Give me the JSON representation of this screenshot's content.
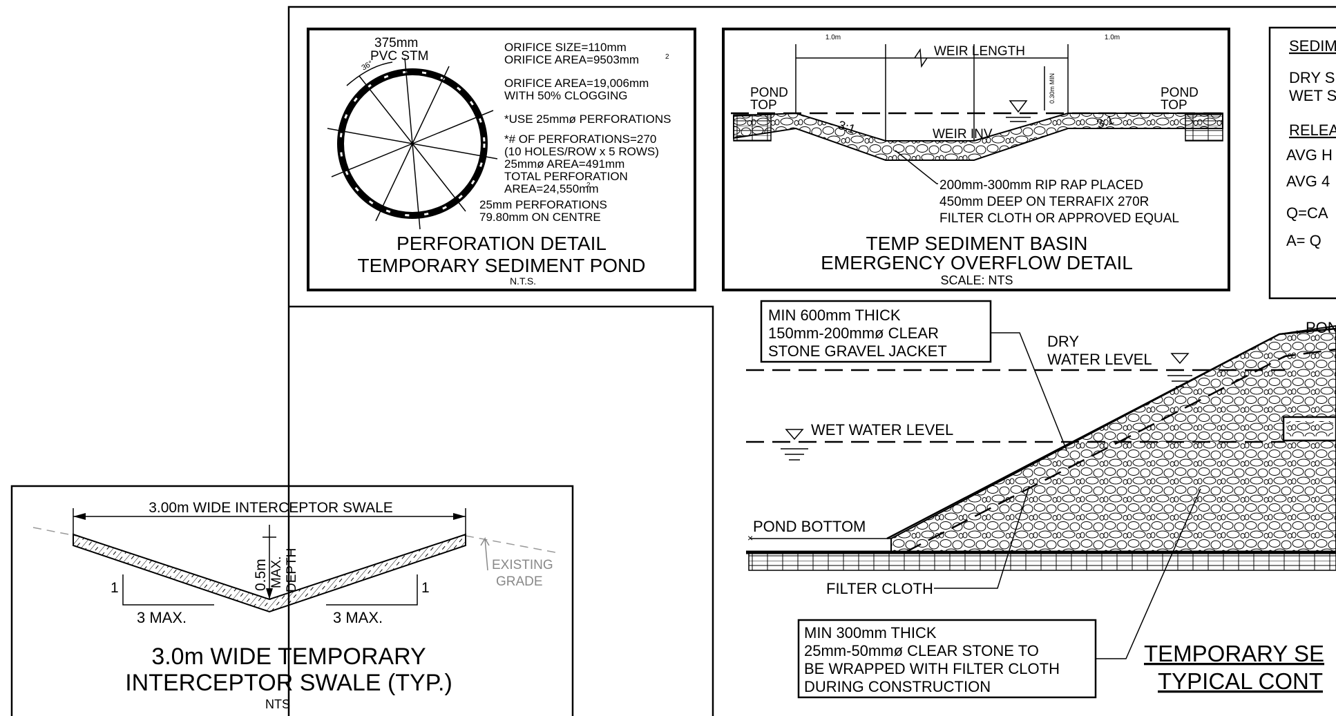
{
  "perforation_detail": {
    "pipe_size": "375mm",
    "pipe_type": "PVC STM",
    "angle_label": "36°",
    "specs": [
      "ORIFICE SIZE=110mm",
      "ORIFICE AREA=9503mm",
      "ORIFICE AREA=19,006mm",
      "WITH 50% CLOGGING",
      "*USE 25mmø PERFORATIONS",
      "*# OF PERFORATIONS=270",
      "(10 HOLES/ROW x 5 ROWS)",
      "25mmø AREA=491mm",
      "TOTAL PERFORATION",
      "AREA=24,550mm"
    ],
    "superscript": "2",
    "perf_note_1": "25mm PERFORATIONS",
    "perf_note_2": "79.80mm ON CENTRE",
    "title_1": "PERFORATION DETAIL",
    "title_2": "TEMPORARY SEDIMENT POND",
    "scale": "N.T.S."
  },
  "overflow_detail": {
    "dim_left": "1.0m",
    "dim_right": "1.0m",
    "weir_length": "WEIR LENGTH",
    "min_depth": "0.30m MIN",
    "pond_top_left_1": "POND",
    "pond_top_left_2": "TOP",
    "pond_top_right_1": "POND",
    "pond_top_right_2": "TOP",
    "slope_left": "3:1",
    "slope_right": "3:1",
    "weir_inv": "WEIR INV",
    "note_1": "200mm-300mm RIP RAP PLACED",
    "note_2": "450mm DEEP ON TERRAFIX 270R",
    "note_3": "FILTER CLOTH OR APPROVED EQUAL",
    "title_1": "TEMP SEDIMENT BASIN",
    "title_2": "EMERGENCY OVERFLOW DETAIL",
    "scale": "SCALE: NTS"
  },
  "sediment_panel": {
    "heading": "SEDIM",
    "line_dry": "DRY S",
    "line_wet": "WET S",
    "release": "RELEA",
    "avg_h": "AVG H",
    "avg_4": "AVG 4",
    "q_calc": "Q=CA",
    "a_calc": "A= Q"
  },
  "typical_section": {
    "gravel_note": [
      "MIN 600mm THICK",
      "150mm-200mmø CLEAR",
      "STONE GRAVEL JACKET"
    ],
    "dry_water_1": "DRY",
    "dry_water_2": "WATER LEVEL",
    "wet_water": "WET WATER LEVEL",
    "pond_bottom": "POND BOTTOM",
    "pond_top_partial": "PON",
    "filter_cloth": "FILTER CLOTH",
    "stone_note": [
      "MIN 300mm THICK",
      "25mm-50mmø CLEAR STONE TO",
      "BE WRAPPED WITH FILTER CLOTH",
      "DURING CONSTRUCTION"
    ],
    "title_1": "TEMPORARY SE",
    "title_2": "TYPICAL CONT"
  },
  "swale_detail": {
    "width_label": "3.00m WIDE INTERCEPTOR SWALE",
    "depth_1": "0.5m",
    "depth_2": "MAX.",
    "depth_3": "DEPTH",
    "slope_rise_left": "1",
    "slope_rise_right": "1",
    "slope_run_left": "3 MAX.",
    "slope_run_right": "3 MAX.",
    "existing_1": "EXISTING",
    "existing_2": "GRADE",
    "title_1": "3.0m WIDE TEMPORARY",
    "title_2": "INTERCEPTOR SWALE (TYP.)",
    "scale": "NTS"
  }
}
